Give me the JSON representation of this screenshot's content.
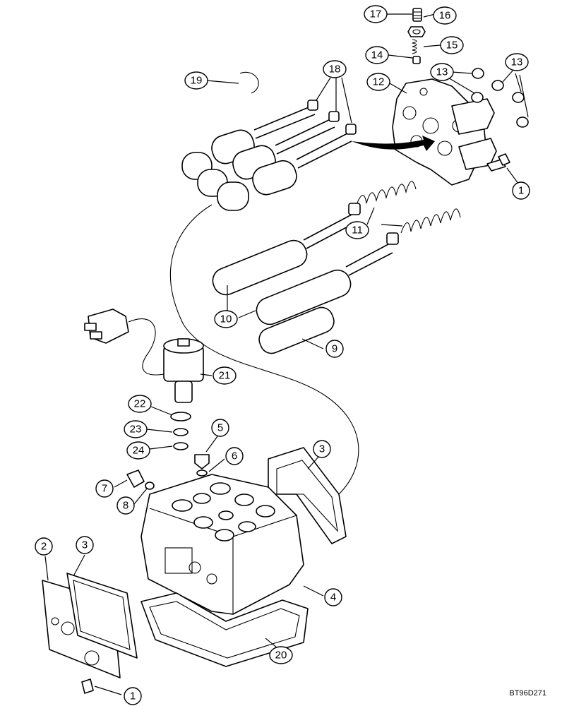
{
  "figure": {
    "ref_code": "BT96D271",
    "callouts": [
      {
        "id": "c17a",
        "label": "17"
      },
      {
        "id": "c16",
        "label": "16"
      },
      {
        "id": "c15",
        "label": "15"
      },
      {
        "id": "c14",
        "label": "14"
      },
      {
        "id": "c13a",
        "label": "13"
      },
      {
        "id": "c13b",
        "label": "13"
      },
      {
        "id": "c12",
        "label": "12"
      },
      {
        "id": "c19",
        "label": "19"
      },
      {
        "id": "c18",
        "label": "18"
      },
      {
        "id": "c1a",
        "label": "1"
      },
      {
        "id": "c11",
        "label": "11"
      },
      {
        "id": "c10",
        "label": "10"
      },
      {
        "id": "c9",
        "label": "9"
      },
      {
        "id": "c21",
        "label": "21"
      },
      {
        "id": "c22",
        "label": "22"
      },
      {
        "id": "c23",
        "label": "23"
      },
      {
        "id": "c24",
        "label": "24"
      },
      {
        "id": "c5",
        "label": "5"
      },
      {
        "id": "c6",
        "label": "6"
      },
      {
        "id": "c3a",
        "label": "3"
      },
      {
        "id": "c7",
        "label": "7"
      },
      {
        "id": "c8",
        "label": "8"
      },
      {
        "id": "c2",
        "label": "2"
      },
      {
        "id": "c3b",
        "label": "3"
      },
      {
        "id": "c4",
        "label": "4"
      },
      {
        "id": "c20",
        "label": "20"
      },
      {
        "id": "c1b",
        "label": "1"
      }
    ]
  }
}
